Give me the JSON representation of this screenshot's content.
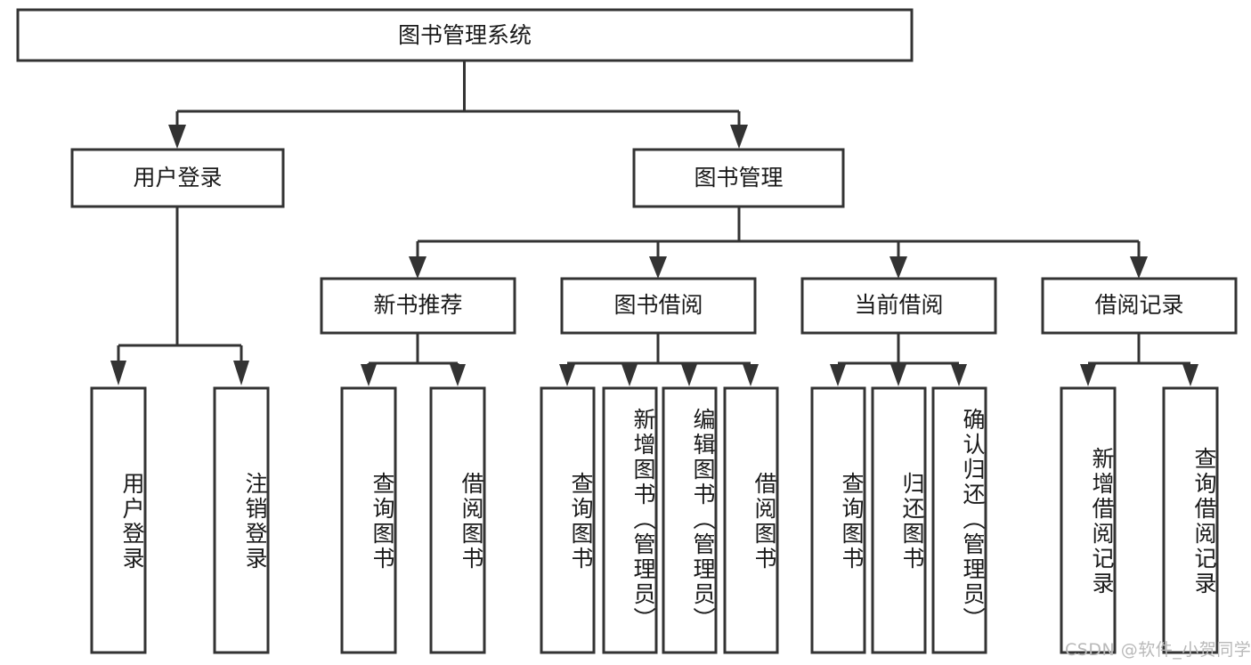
{
  "diagram": {
    "type": "tree-hierarchy",
    "title": "图书管理系统",
    "colors": {
      "box_stroke": "#333333",
      "box_fill": "#ffffff",
      "connector": "#333333",
      "text": "#1a1a1a",
      "background": "#ffffff",
      "watermark": "#b9b9b9"
    },
    "root": {
      "label": "图书管理系统"
    },
    "level2": [
      {
        "label": "用户登录"
      },
      {
        "label": "图书管理"
      }
    ],
    "level3": [
      {
        "label": "新书推荐"
      },
      {
        "label": "图书借阅"
      },
      {
        "label": "当前借阅"
      },
      {
        "label": "借阅记录"
      }
    ],
    "leaves": {
      "user_login": [
        {
          "label": "用户登录"
        },
        {
          "label": "注销登录"
        }
      ],
      "new_book_recommend": [
        {
          "label": "查询图书"
        },
        {
          "label": "借阅图书"
        }
      ],
      "book_borrow": [
        {
          "label": "查询图书"
        },
        {
          "label": "新增图书（管理员）"
        },
        {
          "label": "编辑图书（管理员）"
        },
        {
          "label": "借阅图书"
        }
      ],
      "current_borrow": [
        {
          "label": "查询图书"
        },
        {
          "label": "归还图书"
        },
        {
          "label": "确认归还（管理员）"
        }
      ],
      "borrow_record": [
        {
          "label": "新增借阅记录"
        },
        {
          "label": "查询借阅记录"
        }
      ]
    },
    "watermark": "CSDN @软件_小贺同学"
  }
}
